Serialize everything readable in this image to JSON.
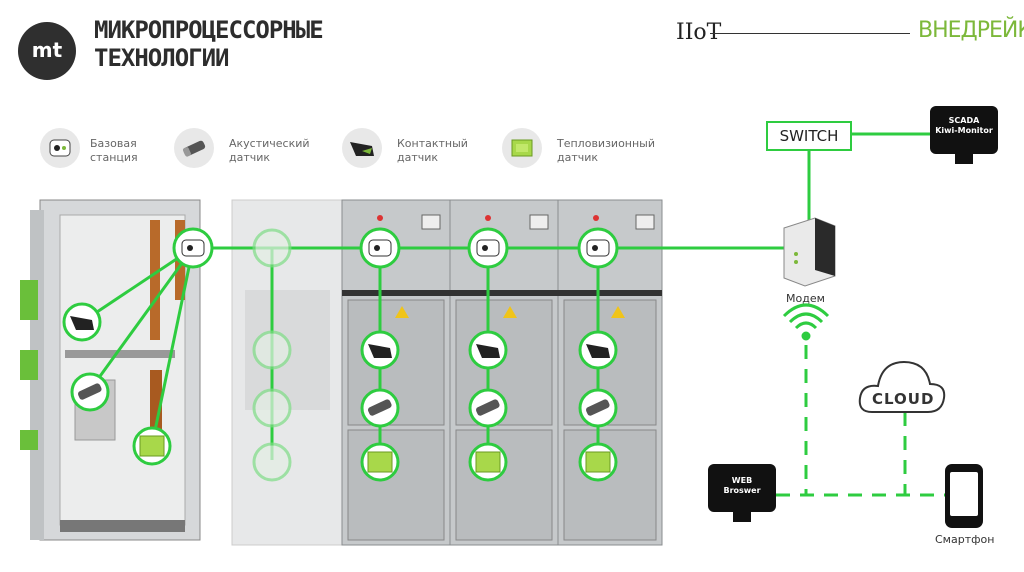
{
  "header": {
    "logo_text": "mt",
    "brand_line1": "МИКРОПРОЦЕССОРНЫЕ",
    "brand_line2": "ТЕХНОЛОГИИ",
    "iiot": "IIoT",
    "partner": "ВНЕДРЕЙКЕ"
  },
  "legend": [
    {
      "line1": "Базовая",
      "line2": "станция",
      "icon": "base-station-icon"
    },
    {
      "line1": "Акустический",
      "line2": "датчик",
      "icon": "acoustic-sensor-icon"
    },
    {
      "line1": "Контактный",
      "line2": "датчик",
      "icon": "contact-sensor-icon"
    },
    {
      "line1": "Тепловизионный",
      "line2": "датчик",
      "icon": "thermal-sensor-icon"
    }
  ],
  "network": {
    "switch_label": "SWITCH",
    "scada_line1": "SCADA",
    "scada_line2": "Kiwi-Monitor",
    "modem_label": "Модем",
    "cloud_label": "CLOUD",
    "web_line1": "WEB",
    "web_line2": "Broswer",
    "phone_label": "Смартфон"
  },
  "colors": {
    "link": "#2ecc40",
    "accent": "#7cb83a",
    "dark": "#111111",
    "cabinet": "#c9ccce"
  }
}
